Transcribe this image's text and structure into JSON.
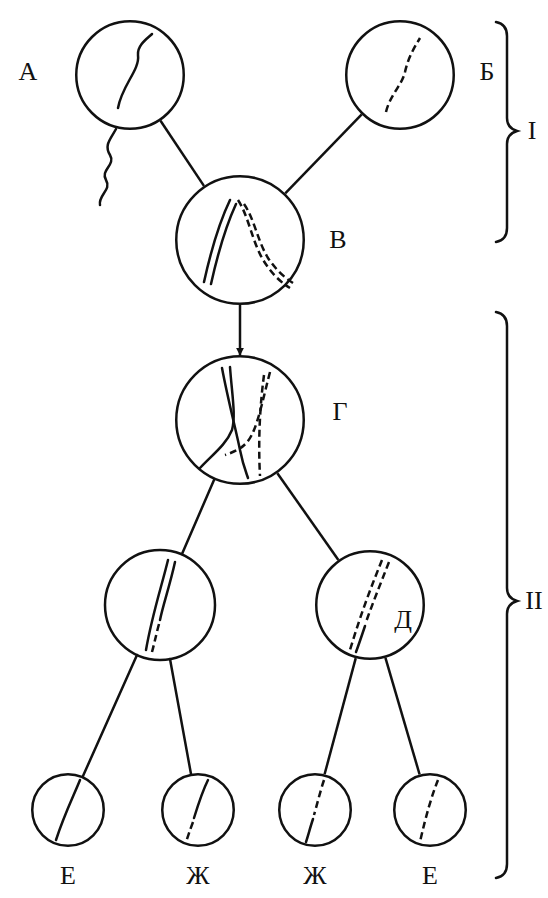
{
  "diagram": {
    "nodes": [
      {
        "text": [
          "А"
        ]
      },
      {
        "text": [
          "Б"
        ]
      },
      {
        "text": [
          "В"
        ]
      },
      {
        "text": [
          "Г"
        ]
      },
      {
        "text": [
          "Д"
        ]
      },
      {
        "text": [
          "Е"
        ]
      },
      {
        "text": [
          "Ж"
        ]
      },
      {
        "text": [
          "Ж"
        ]
      },
      {
        "text": [
          "Е"
        ]
      }
    ],
    "edges": [
      {
        "from": 0,
        "to": 2,
        "arrow": "none"
      },
      {
        "from": 1,
        "to": 2,
        "arrow": "none"
      },
      {
        "from": 2,
        "to": 3,
        "arrow": "to"
      },
      {
        "from": 3,
        "to": 4,
        "arrow": "none"
      },
      {
        "from": 4,
        "to": 7,
        "arrow": "none"
      },
      {
        "from": 4,
        "to": 8,
        "arrow": "none"
      }
    ],
    "labels": [
      "I",
      "II"
    ]
  }
}
